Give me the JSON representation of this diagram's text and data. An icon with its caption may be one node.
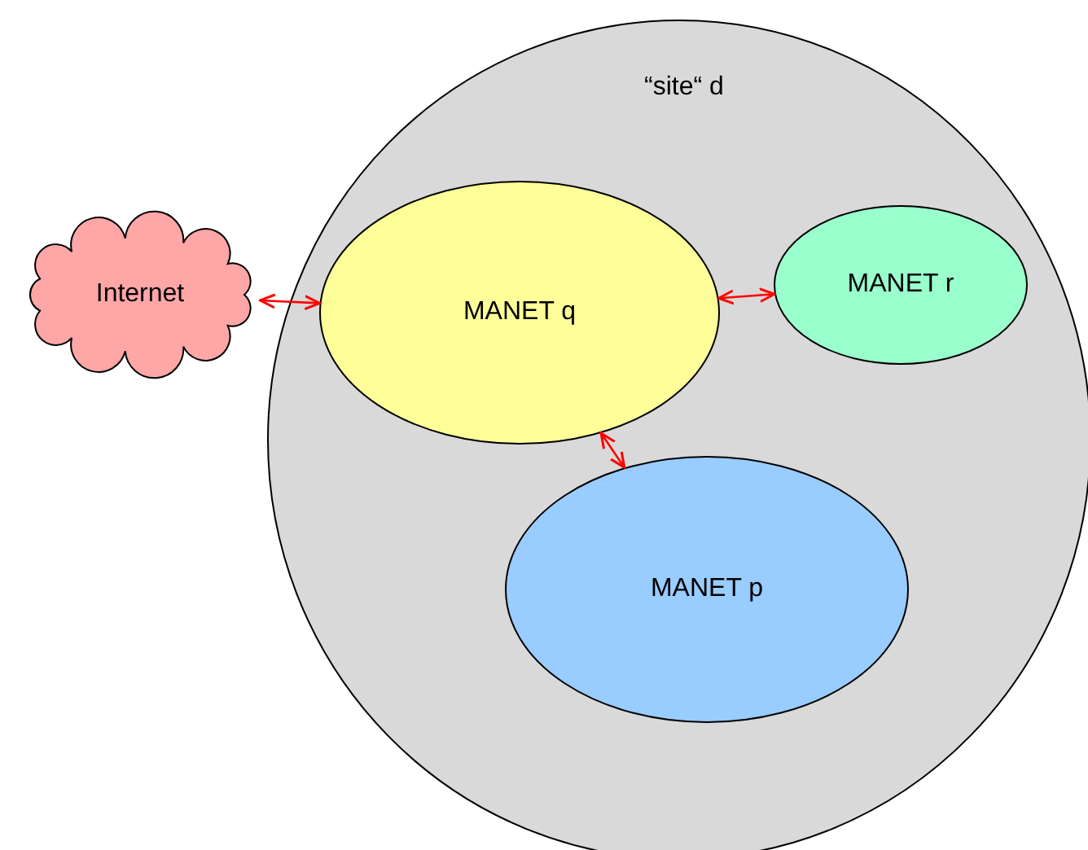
{
  "diagram": {
    "nodes": [
      {
        "text": [
          "“site“ d"
        ]
      },
      {
        "text": [
          "Internet"
        ]
      },
      {
        "text": [
          "MANET q"
        ],
        "in": 0
      },
      {
        "text": [
          "MANET r"
        ],
        "in": 0
      },
      {
        "text": [
          "MANET p"
        ],
        "in": 0
      }
    ],
    "edges": [
      {
        "from": 1,
        "to": 2,
        "arrow": "both",
        "color": "#ff0000"
      },
      {
        "from": 2,
        "to": 3,
        "arrow": "both",
        "color": "#ff0000"
      },
      {
        "from": 2,
        "to": 4,
        "arrow": "both",
        "color": "#ff0000"
      }
    ]
  }
}
